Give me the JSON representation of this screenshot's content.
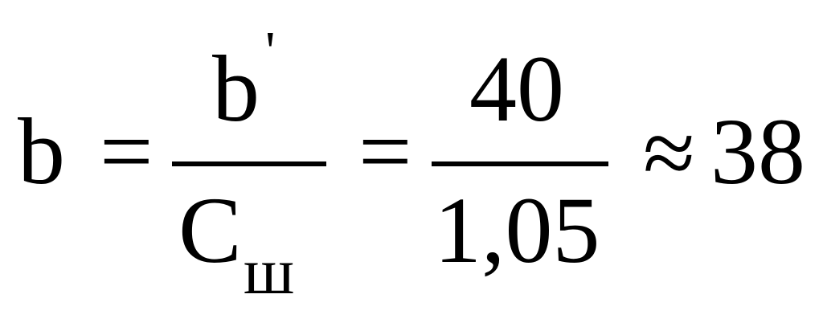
{
  "equation": {
    "lhs": "b",
    "eq1": "=",
    "frac1": {
      "numerator": "b",
      "numerator_prime": "'",
      "denominator": "C",
      "denominator_subscript": "ш"
    },
    "eq2": "=",
    "frac2": {
      "numerator": "40",
      "denominator": "1,05"
    },
    "approx": "≈",
    "result": "38"
  }
}
